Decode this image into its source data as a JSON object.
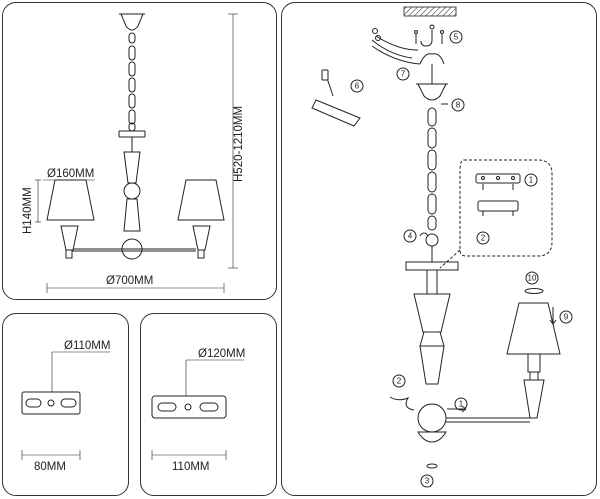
{
  "panel_main": {
    "shade_diameter": "Ø160MM",
    "shade_height": "H140MM",
    "total_height": "H520-1210MM",
    "total_diameter": "Ø700MM"
  },
  "panel_mount_a": {
    "diameter": "Ø110MM",
    "width": "80MM"
  },
  "panel_mount_b": {
    "diameter": "Ø120MM",
    "width": "110MM"
  },
  "steps": {
    "s1a": "1",
    "s1b": "1",
    "s2a": "2",
    "s2b": "2",
    "s3": "3",
    "s4": "4",
    "s5": "5",
    "s6": "6",
    "s7": "7",
    "s8": "8",
    "s9": "9",
    "s10": "10"
  }
}
